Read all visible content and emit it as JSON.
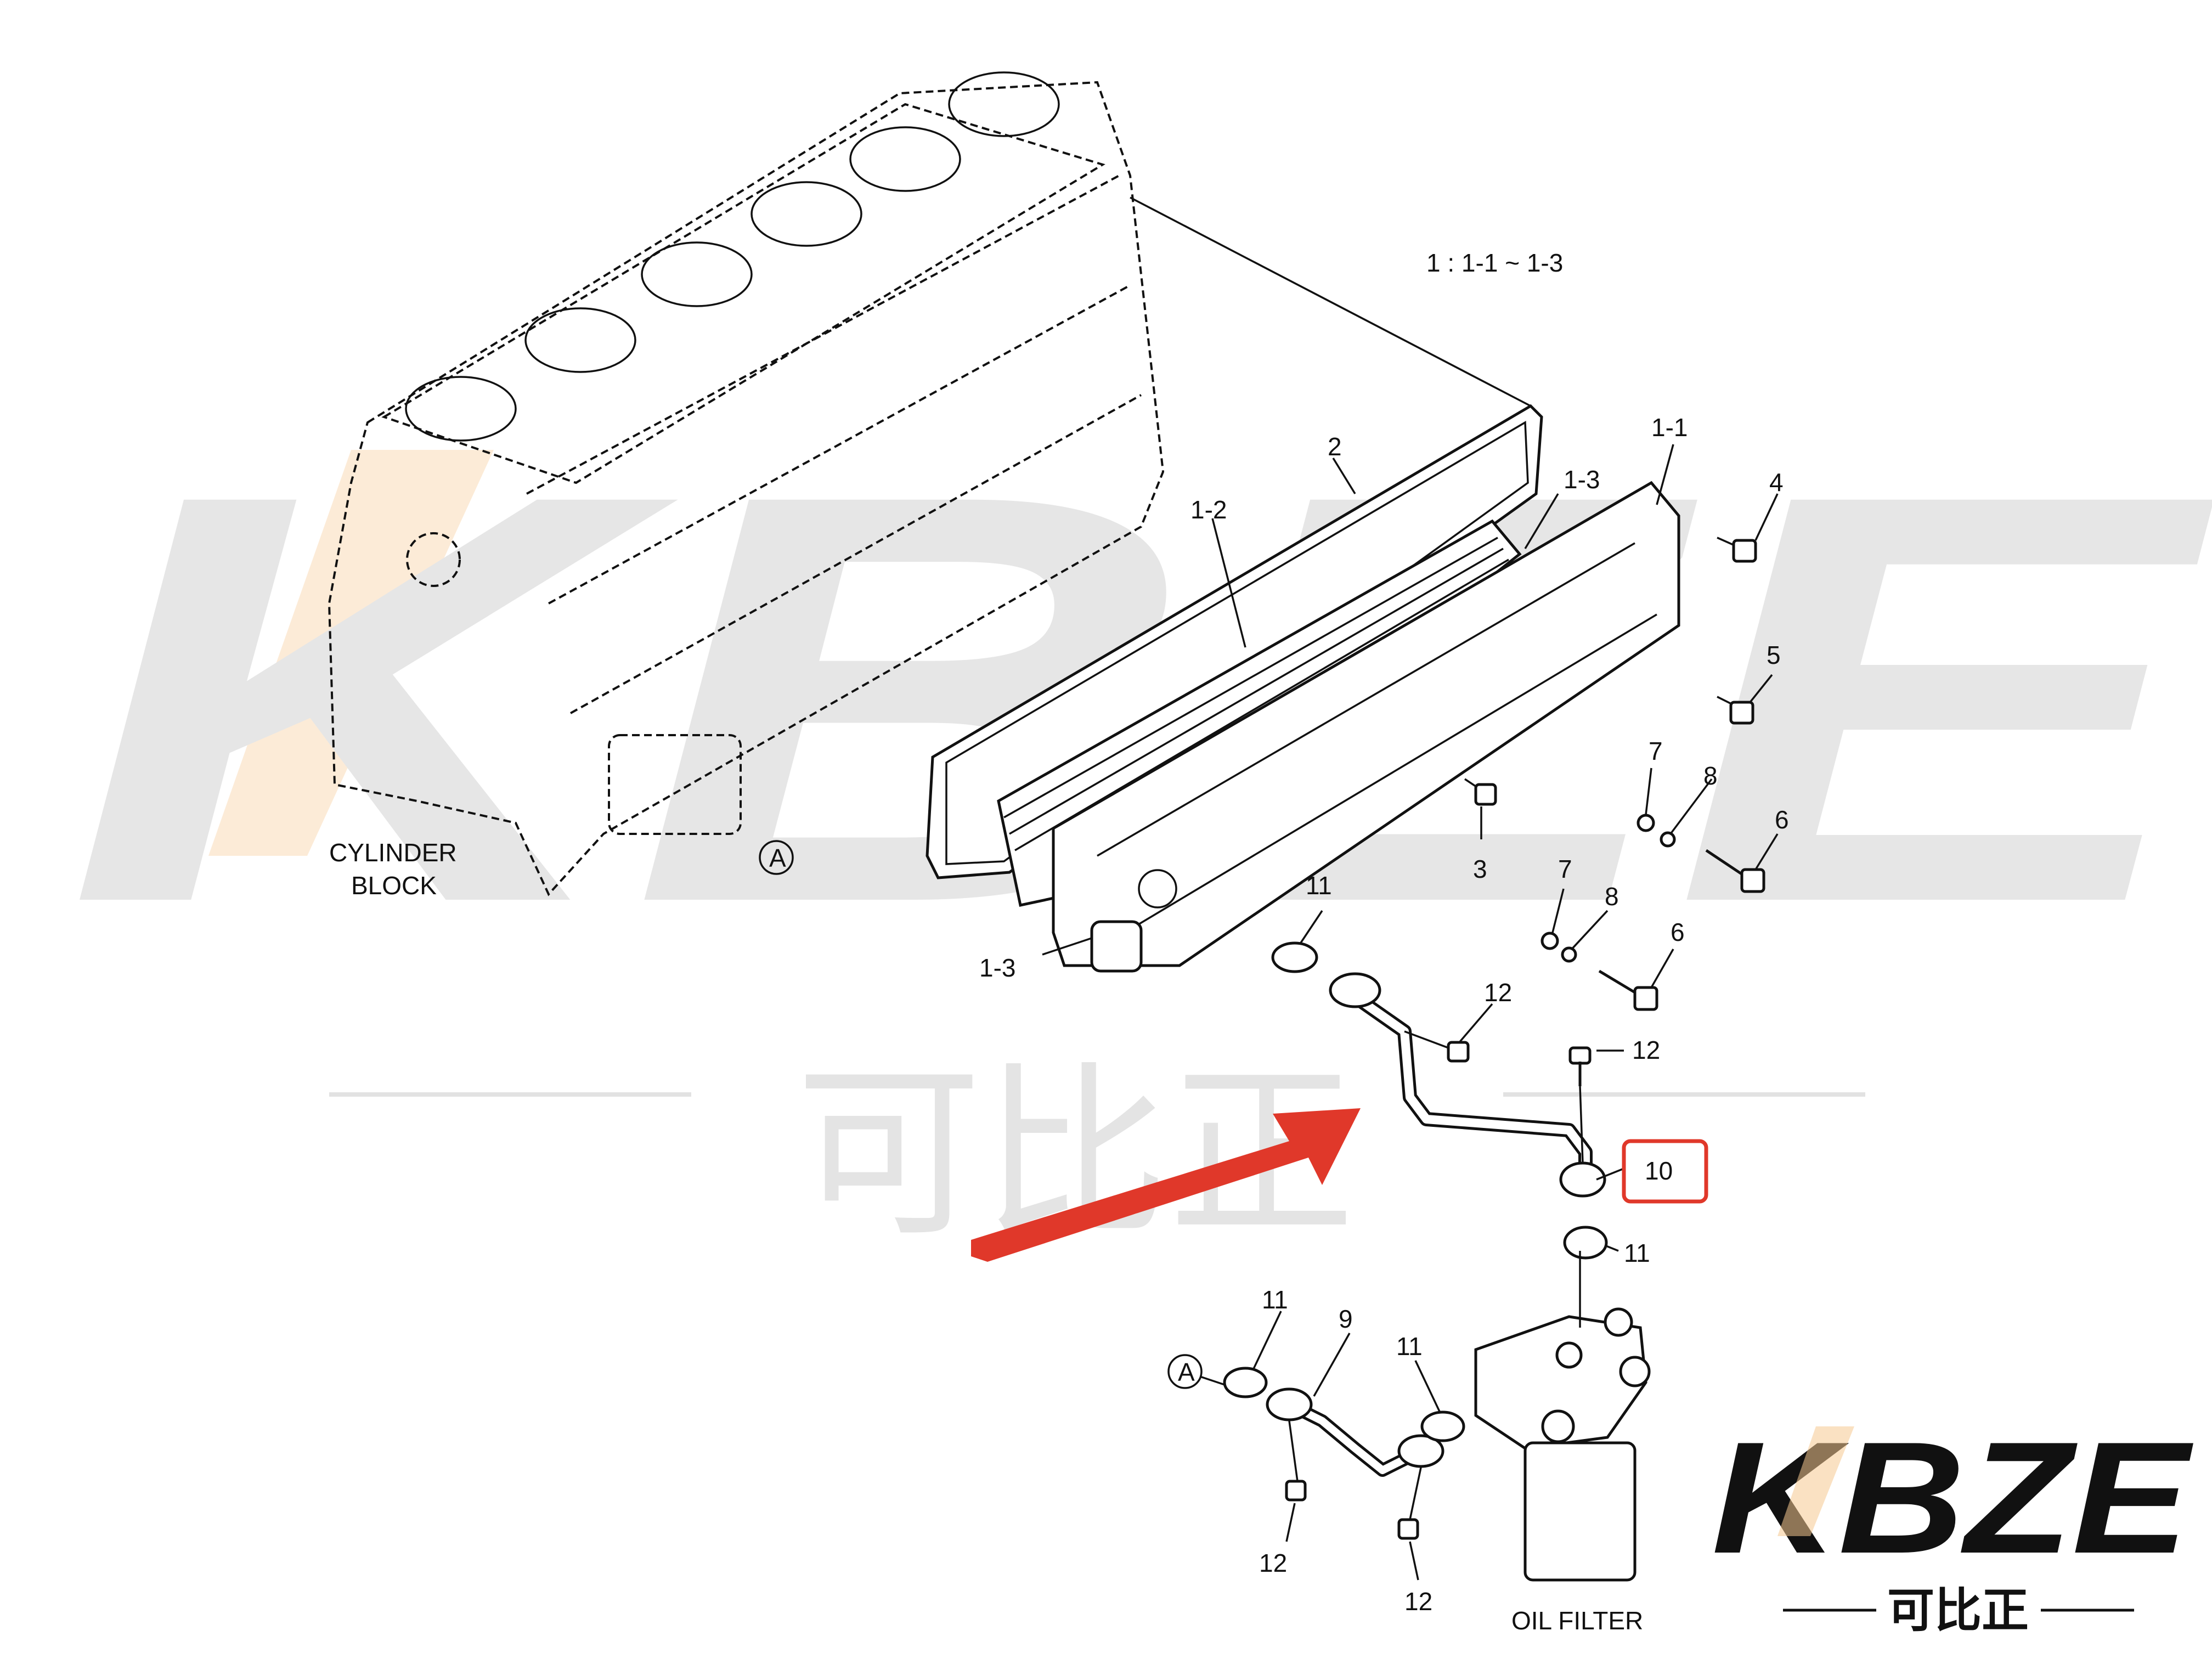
{
  "labels": {
    "note": "1 : 1-1 ~ 1-3",
    "cylinder_block_1": "CYLINDER",
    "cylinder_block_2": "BLOCK",
    "oil_filter": "OIL FILTER",
    "ref_a": "A"
  },
  "callouts": {
    "c1_1": "1-1",
    "c1_2": "1-2",
    "c1_3a": "1-3",
    "c1_3b": "1-3",
    "c2": "2",
    "c3": "3",
    "c4": "4",
    "c5": "5",
    "c6a": "6",
    "c6b": "6",
    "c7a": "7",
    "c7b": "7",
    "c8a": "8",
    "c8b": "8",
    "c9": "9",
    "c10": "10",
    "c11a": "11",
    "c11b": "11",
    "c11c": "11",
    "c11d": "11",
    "c12a": "12",
    "c12b": "12",
    "c12c": "12",
    "c12d": "12"
  },
  "watermark": {
    "logo": "KBZE",
    "chinese": "可比正"
  },
  "colors": {
    "highlight": "#e0382a",
    "arrow": "#e0382a",
    "logo": "#111111",
    "watermark": "#e6e6e6",
    "watermark_accent": "#f6c890"
  }
}
